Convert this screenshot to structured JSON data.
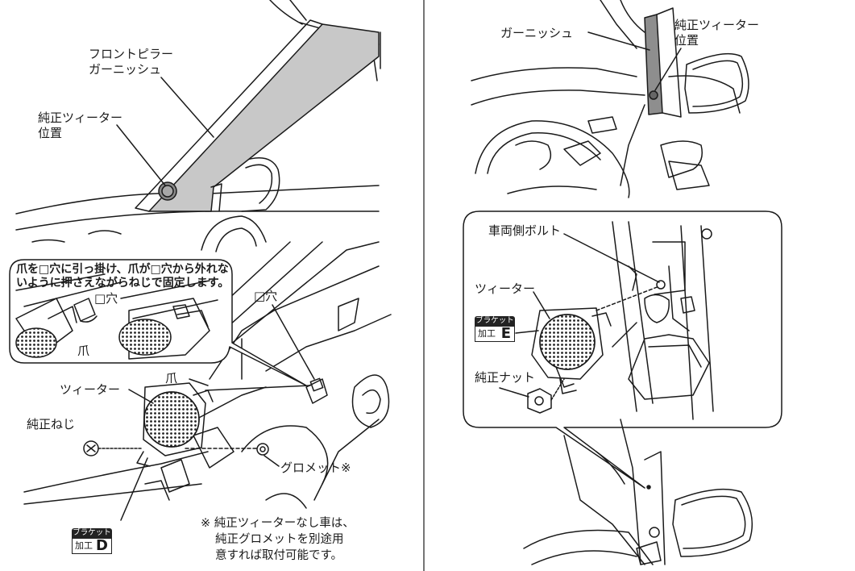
{
  "left_top": {
    "pillar_garnish_label_line1": "フロントピラー",
    "pillar_garnish_label_line2": "ガーニッシュ",
    "tweeter_pos_line1": "純正ツィーター",
    "tweeter_pos_line2": "位置"
  },
  "left_bottom": {
    "instruction_line1": "爪を□穴に引っ掛け、爪が□穴から外れな",
    "instruction_line2": "いように押さえながらねじで固定します。",
    "hole_inset_label": "□穴",
    "claw_inset_label": "爪",
    "hole_label": "□穴",
    "claw_label": "爪",
    "tweeter_label": "ツィーター",
    "screw_label": "純正ねじ",
    "grommet_label": "グロメット※",
    "footnote_line1": "※ 純正ツィーターなし車は、",
    "footnote_line2": "純正グロメットを別途用",
    "footnote_line3": "意すれば取付可能です。",
    "bracket": {
      "top": "ブラケット",
      "prefix": "加工",
      "code": "D"
    }
  },
  "right_top": {
    "garnish_label": "ガーニッシュ",
    "tweeter_pos_line1": "純正ツィーター",
    "tweeter_pos_line2": "位置"
  },
  "right_bottom": {
    "bolt_label": "車両側ボルト",
    "tweeter_label": "ツィーター",
    "nut_label": "純正ナット",
    "bracket": {
      "top": "ブラケット",
      "prefix": "加工",
      "code": "E"
    }
  },
  "colors": {
    "line": "#1a1a1a",
    "garnish_fill": "#c8c8c8",
    "mesh": "#333333"
  }
}
